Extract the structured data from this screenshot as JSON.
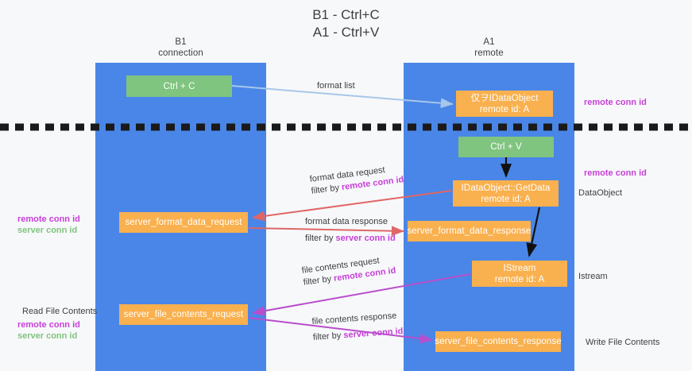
{
  "title": {
    "line1": "B1 - Ctrl+C",
    "line2": "A1 - Ctrl+V"
  },
  "lanes": [
    {
      "id": "b1",
      "name": "B1",
      "role": "connection",
      "color": "#4a86e8"
    },
    {
      "id": "a1",
      "name": "A1",
      "role": "remote",
      "color": "#4a86e8"
    }
  ],
  "nodes": {
    "ctrl_c": {
      "label": "Ctrl + C",
      "color": "#7fc47f"
    },
    "idataobject": {
      "line1": "仅ヲIDataObject",
      "line2": "remote id: A",
      "color": "#f9b04e"
    },
    "ctrl_v": {
      "label": "Ctrl + V",
      "color": "#7fc47f"
    },
    "getdata": {
      "line1": "IDataObject::GetData",
      "line2": "remote id: A",
      "color": "#f9b04e"
    },
    "server_format_data_request": {
      "label": "server_format_data_request",
      "color": "#f9b04e"
    },
    "server_format_data_response": {
      "label": "server_format_data_response",
      "color": "#f9b04e"
    },
    "istream": {
      "line1": "IStream",
      "line2": "remote id: A",
      "color": "#f9b04e"
    },
    "server_file_contents_request": {
      "label": "server_file_contents_request",
      "color": "#f9b04e"
    },
    "server_file_contents_response": {
      "label": "server_file_contents_response",
      "color": "#f9b04e"
    }
  },
  "edges": {
    "format_list": {
      "label": "format list",
      "color": "#a7c7ea"
    },
    "format_data_request": {
      "line1": "format data request",
      "filter_prefix": "filter by ",
      "filter_key": "remote conn id",
      "color": "#e06666"
    },
    "format_data_response": {
      "line1": "format data response",
      "filter_prefix": "filter by ",
      "filter_key": "server conn id",
      "color": "#e06666"
    },
    "file_contents_request": {
      "line1": "file contents request",
      "filter_prefix": "filter by ",
      "filter_key": "remote conn id",
      "color": "#b84ecb"
    },
    "file_contents_response": {
      "line1": "file contents response",
      "filter_prefix": "filter by ",
      "filter_key": "server conn id",
      "color": "#b84ecb"
    }
  },
  "annotations": {
    "right": [
      {
        "text": "remote conn id",
        "style": "remote"
      },
      {
        "text": "remote conn id",
        "style": "remote"
      },
      {
        "text": "DataObject",
        "style": "plain"
      },
      {
        "text": "Istream",
        "style": "plain"
      },
      {
        "text": "Write File Contents",
        "style": "plain"
      }
    ],
    "left": {
      "remote_conn_id_1": "remote conn id",
      "server_conn_id_1": "server conn id",
      "read_file_contents": "Read File Contents",
      "remote_conn_id_2": "remote conn id",
      "server_conn_id_2": "server conn id"
    }
  },
  "divider": {
    "name": "dashed-separator",
    "color": "#1a1a1a"
  },
  "colors": {
    "lane": "#4a86e8",
    "green_node": "#7fc47f",
    "orange_node": "#f9b04e",
    "magenta": "#c740d8",
    "green_text": "#7fc47f",
    "red_edge": "#e06666",
    "purple_edge": "#b84ecb",
    "lightblue_edge": "#a7c7ea",
    "background": "#f7f8fa"
  }
}
